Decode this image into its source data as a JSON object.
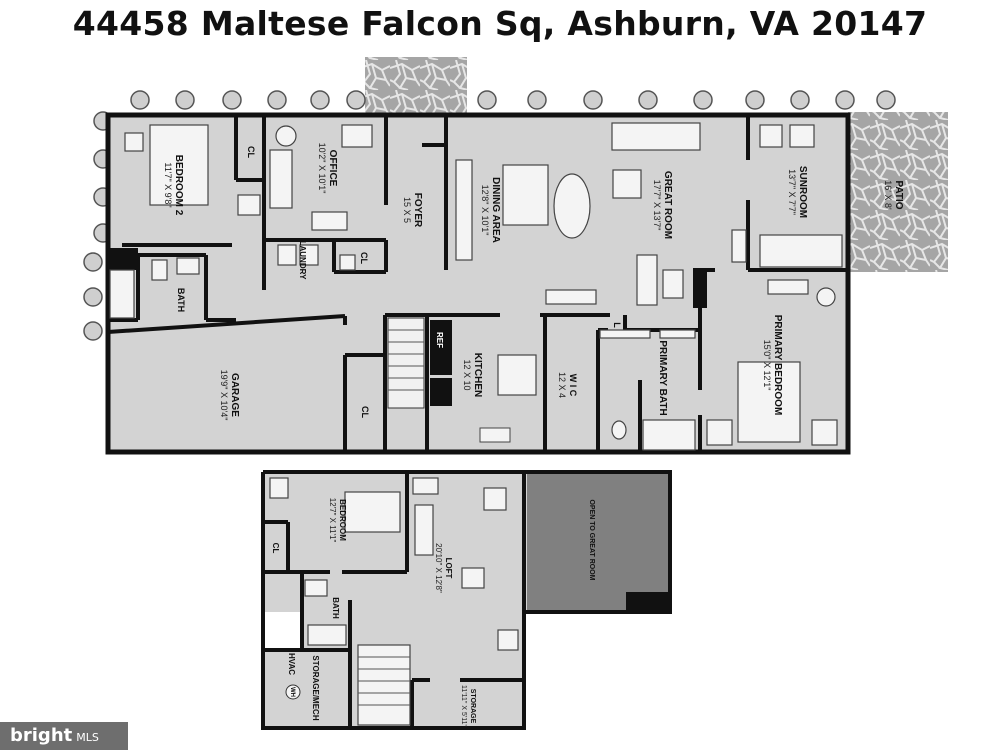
{
  "title": "44458 Maltese Falcon Sq, Ashburn, VA 20147",
  "rooms": {
    "bedroom2": {
      "name": "BEDROOM 2",
      "dim": "11'7\" X 9'8\""
    },
    "cl1": {
      "name": "CL"
    },
    "office": {
      "name": "OFFICE",
      "dim": "10'2\" X 10'1\""
    },
    "foyer": {
      "name": "FOYER",
      "dim": "15 X 5"
    },
    "dining": {
      "name": "DINING AREA",
      "dim": "12'8\" X 10'1\""
    },
    "great": {
      "name": "GREAT ROOM",
      "dim": "17'7\" X 13'7\""
    },
    "sunroom": {
      "name": "SUNROOM",
      "dim": "13'7\" X 7'7\""
    },
    "patio": {
      "name": "PATIO",
      "dim": "16' X 8'"
    },
    "laundry": {
      "name": "LAUNDRY"
    },
    "cl2": {
      "name": "CL"
    },
    "bath1": {
      "name": "BATH"
    },
    "garage": {
      "name": "GARAGE",
      "dim": "19'9\" X 10'4\""
    },
    "cl3": {
      "name": "CL"
    },
    "ref": {
      "name": "REF"
    },
    "kitchen": {
      "name": "KITCHEN",
      "dim": "12 X 10"
    },
    "wic": {
      "name": "W I C",
      "dim": "12 X 4"
    },
    "l": {
      "name": "L"
    },
    "pbath": {
      "name": "PRIMARY BATH"
    },
    "pbed": {
      "name": "PRIMARY BEDROOM",
      "dim": "15'0\" X 12'1\""
    },
    "bedroom": {
      "name": "BEDROOM",
      "dim": "12'7\" X 11'1\""
    },
    "cl4": {
      "name": "CL"
    },
    "loft": {
      "name": "LOFT",
      "dim": "20'10\" X 12'8\""
    },
    "open": {
      "name": "OPEN TO GREAT ROOM"
    },
    "bath2": {
      "name": "BATH"
    },
    "hvac": {
      "name": "HVAC"
    },
    "wh": {
      "name": "WH"
    },
    "mech": {
      "name": "STORAGE/MECH"
    },
    "storage": {
      "name": "STORAGE",
      "dim": "11'11\" X 5'11\""
    }
  },
  "brand": {
    "name": "bright",
    "suffix": "MLS"
  },
  "colors": {
    "floor": "#d3d3d3",
    "wall": "#111111",
    "stone": "#9a9a9a",
    "open_area": "#808080"
  }
}
